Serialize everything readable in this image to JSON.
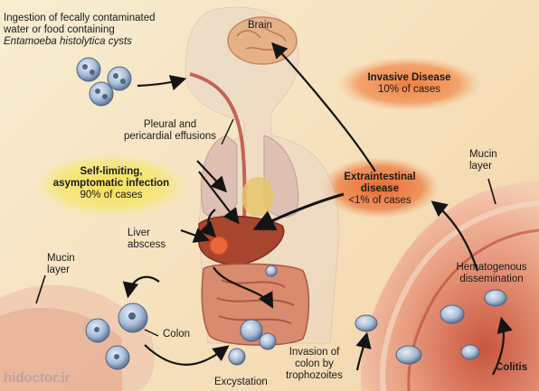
{
  "labels": {
    "ingestion_line1": "Ingestion of fecally contaminated",
    "ingestion_line2": "water or food containing",
    "ingestion_line3": "Entamoeba histolytica cysts",
    "brain": "Brain",
    "invasive_title": "Invasive Disease",
    "invasive_pct": "10% of cases",
    "pleural_line1": "Pleural and",
    "pleural_line2": "pericardial effusions",
    "selflimiting_line1": "Self-limiting,",
    "selflimiting_line2": "asymptomatic infection",
    "selflimiting_pct": "90% of cases",
    "extra_line1": "Extraintestinal",
    "extra_line2": "disease",
    "extra_pct": "<1% of cases",
    "mucin_right_line1": "Mucin",
    "mucin_right_line2": "layer",
    "liver_line1": "Liver",
    "liver_line2": "abscess",
    "hemato_line1": "Hematogenous",
    "hemato_line2": "dissemination",
    "mucin_left_line1": "Mucin",
    "mucin_left_line2": "layer",
    "colon": "Colon",
    "invasion_line1": "Invasion of",
    "invasion_line2": "colon by",
    "invasion_line3": "trophozoites",
    "excystation": "Excystation",
    "colitis": "Colitis",
    "watermark": "hidoctor.ir"
  },
  "colors": {
    "invasive_highlight": "#f07a3a",
    "extra_highlight": "#e8622b",
    "selflimiting_highlight": "#f4e04a",
    "cyst": "#a9bdd6",
    "arrow": "#141414",
    "organ_liver": "#a8452f",
    "organ_colon": "#d98a6f"
  }
}
